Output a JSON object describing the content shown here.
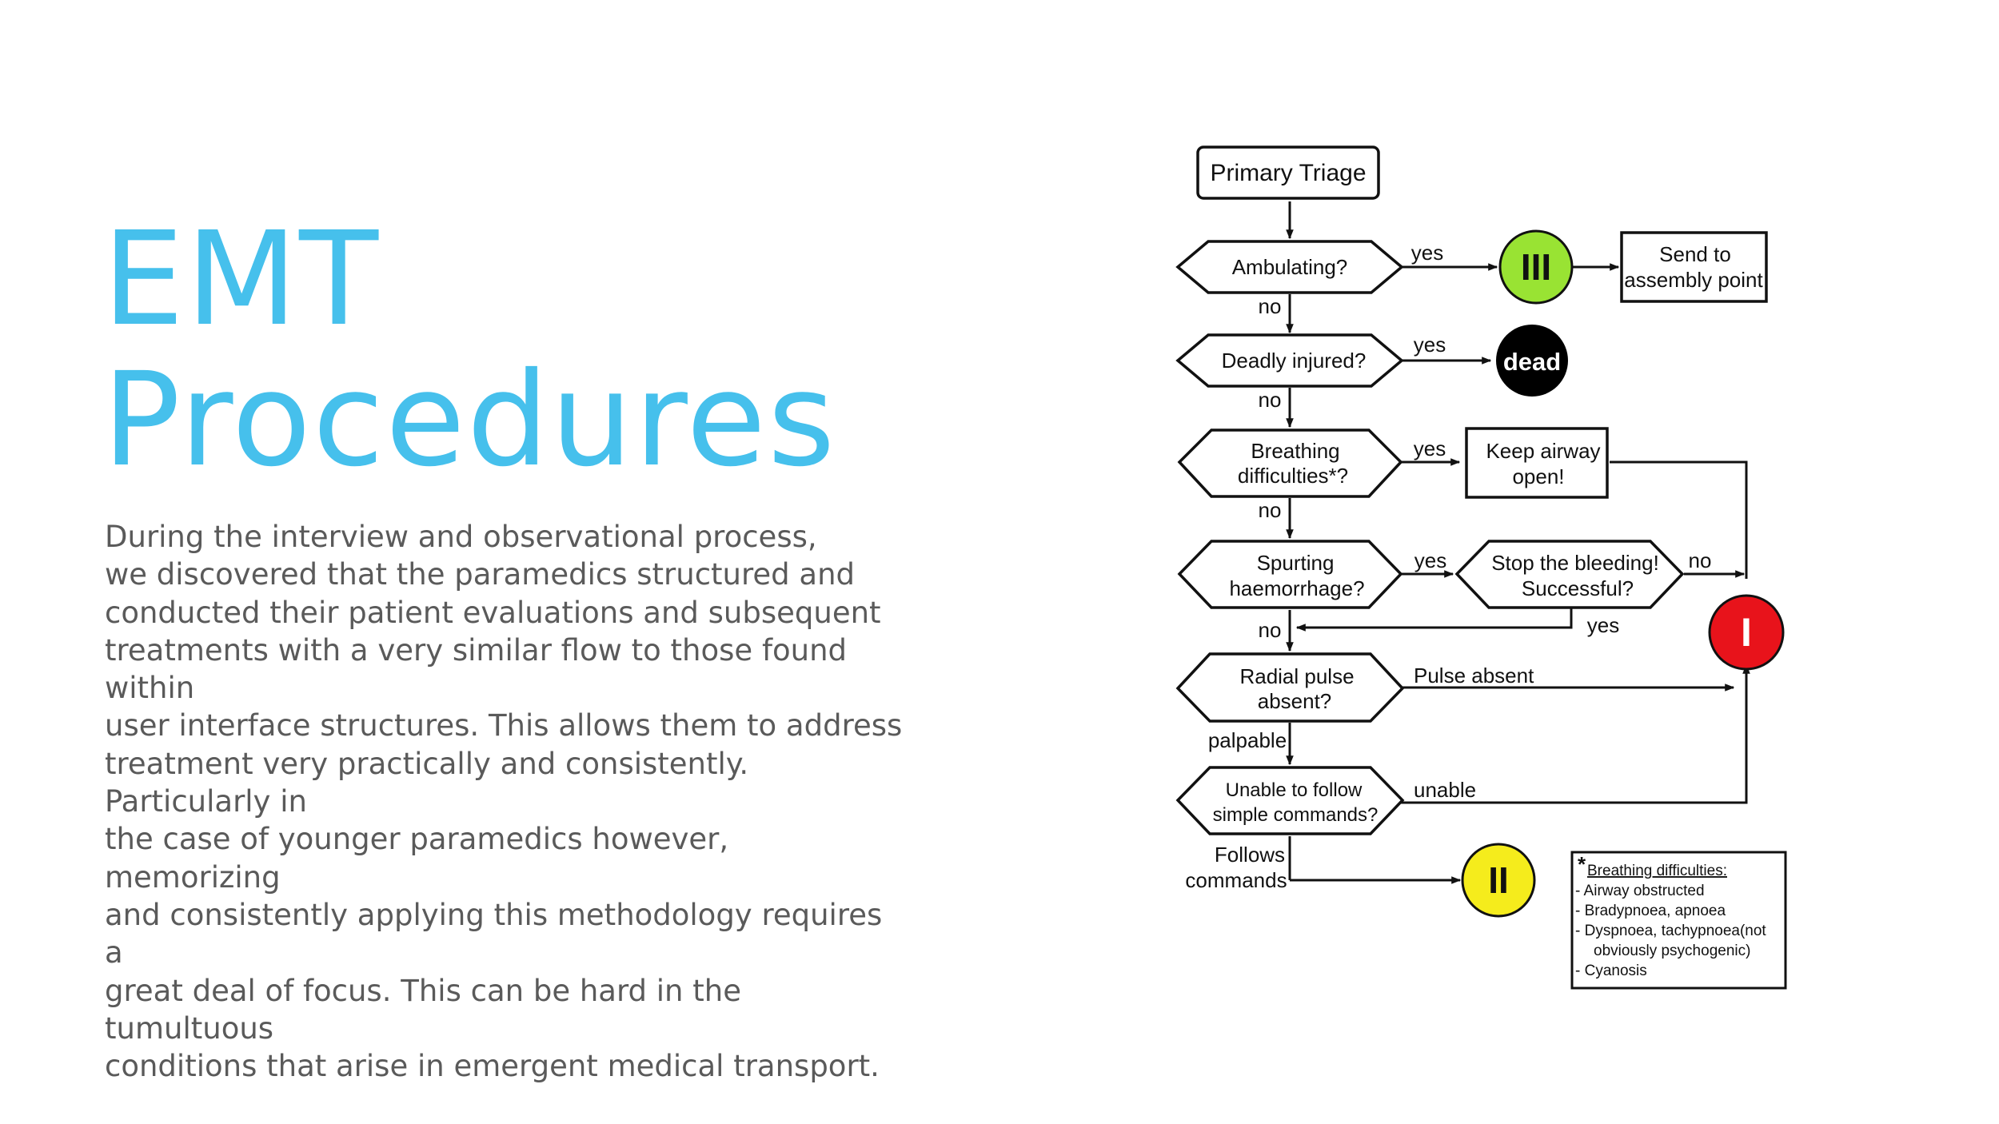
{
  "slide": {
    "title_line1": "EMT",
    "title_line2": "Procedures",
    "body": "During the interview and observational process,\nwe discovered that the paramedics structured and\nconducted their patient evaluations and subsequent\ntreatments with a very similar flow to those found within\nuser interface structures. This allows them to address\ntreatment very practically and consistently. Particularly in\nthe case of younger paramedics however, memorizing\nand consistently applying this methodology requires a\ngreat deal of focus. This can be hard in the tumultuous\nconditions that arise in emergent medical transport."
  },
  "flowchart": {
    "start": "Primary Triage",
    "q_ambulating": "Ambulating?",
    "q_deadly": "Deadly injured?",
    "q_breathing_1": "Breathing",
    "q_breathing_2": "difficulties*?",
    "q_haem_1": "Spurting",
    "q_haem_2": "haemorrhage?",
    "q_radial_1": "Radial pulse",
    "q_radial_2": "absent?",
    "q_commands_1": "Unable to follow",
    "q_commands_2": "simple commands?",
    "q_stop_1": "Stop the bleeding!",
    "q_stop_2": "Successful?",
    "box_assembly_1": "Send to",
    "box_assembly_2": "assembly point",
    "box_airway_1": "Keep airway",
    "box_airway_2": "open!",
    "cat_green": "III",
    "cat_dead": "dead",
    "cat_red": "I",
    "cat_yellow": "II",
    "lbl_yes_1": "yes",
    "lbl_yes_2": "yes",
    "lbl_yes_3": "yes",
    "lbl_yes_4": "yes",
    "lbl_yes_5": "yes",
    "lbl_no_1": "no",
    "lbl_no_2": "no",
    "lbl_no_3": "no",
    "lbl_no_4": "no",
    "lbl_no_5": "no",
    "lbl_pulse_absent": "Pulse absent",
    "lbl_palpable": "palpable",
    "lbl_unable": "unable",
    "lbl_follows_1": "Follows",
    "lbl_follows_2": "commands",
    "note_star": "*",
    "note_title": "Breathing difficulties:",
    "note_items": [
      "- Airway obstructed",
      "- Bradypnoea, apnoea",
      "- Dyspnoea, tachypnoea(not",
      "obviously psychogenic)",
      "- Cyanosis"
    ],
    "colors": {
      "green": "#99e333",
      "black": "#000000",
      "red": "#e8131b",
      "yellow": "#f5ec1c",
      "title_blue": "#46c0ec"
    }
  }
}
